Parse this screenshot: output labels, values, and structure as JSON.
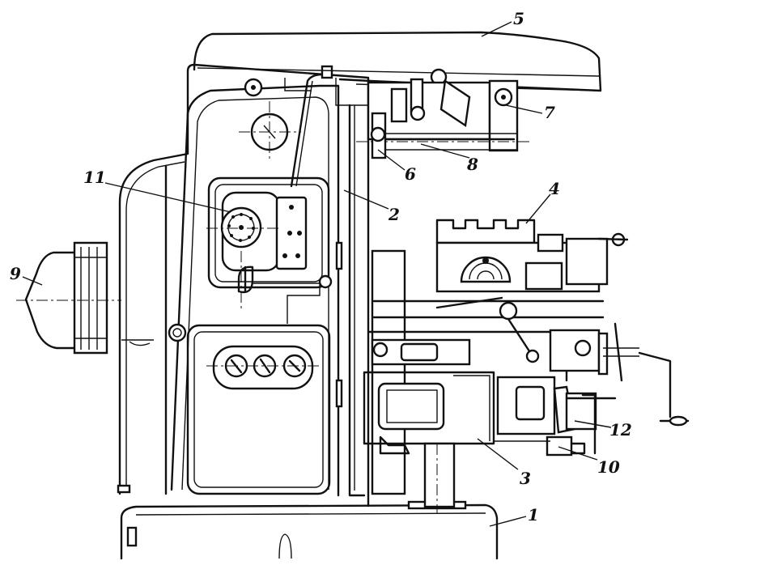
{
  "figure": {
    "callouts": [
      {
        "id": "c1",
        "text": "1"
      },
      {
        "id": "c2",
        "text": "2"
      },
      {
        "id": "c3",
        "text": "3"
      },
      {
        "id": "c4",
        "text": "4"
      },
      {
        "id": "c5",
        "text": "5"
      },
      {
        "id": "c6",
        "text": "6"
      },
      {
        "id": "c7",
        "text": "7"
      },
      {
        "id": "c8",
        "text": "8"
      },
      {
        "id": "c9",
        "text": "9"
      },
      {
        "id": "c10",
        "text": "10"
      },
      {
        "id": "c11",
        "text": "11"
      },
      {
        "id": "c12",
        "text": "12"
      }
    ]
  }
}
